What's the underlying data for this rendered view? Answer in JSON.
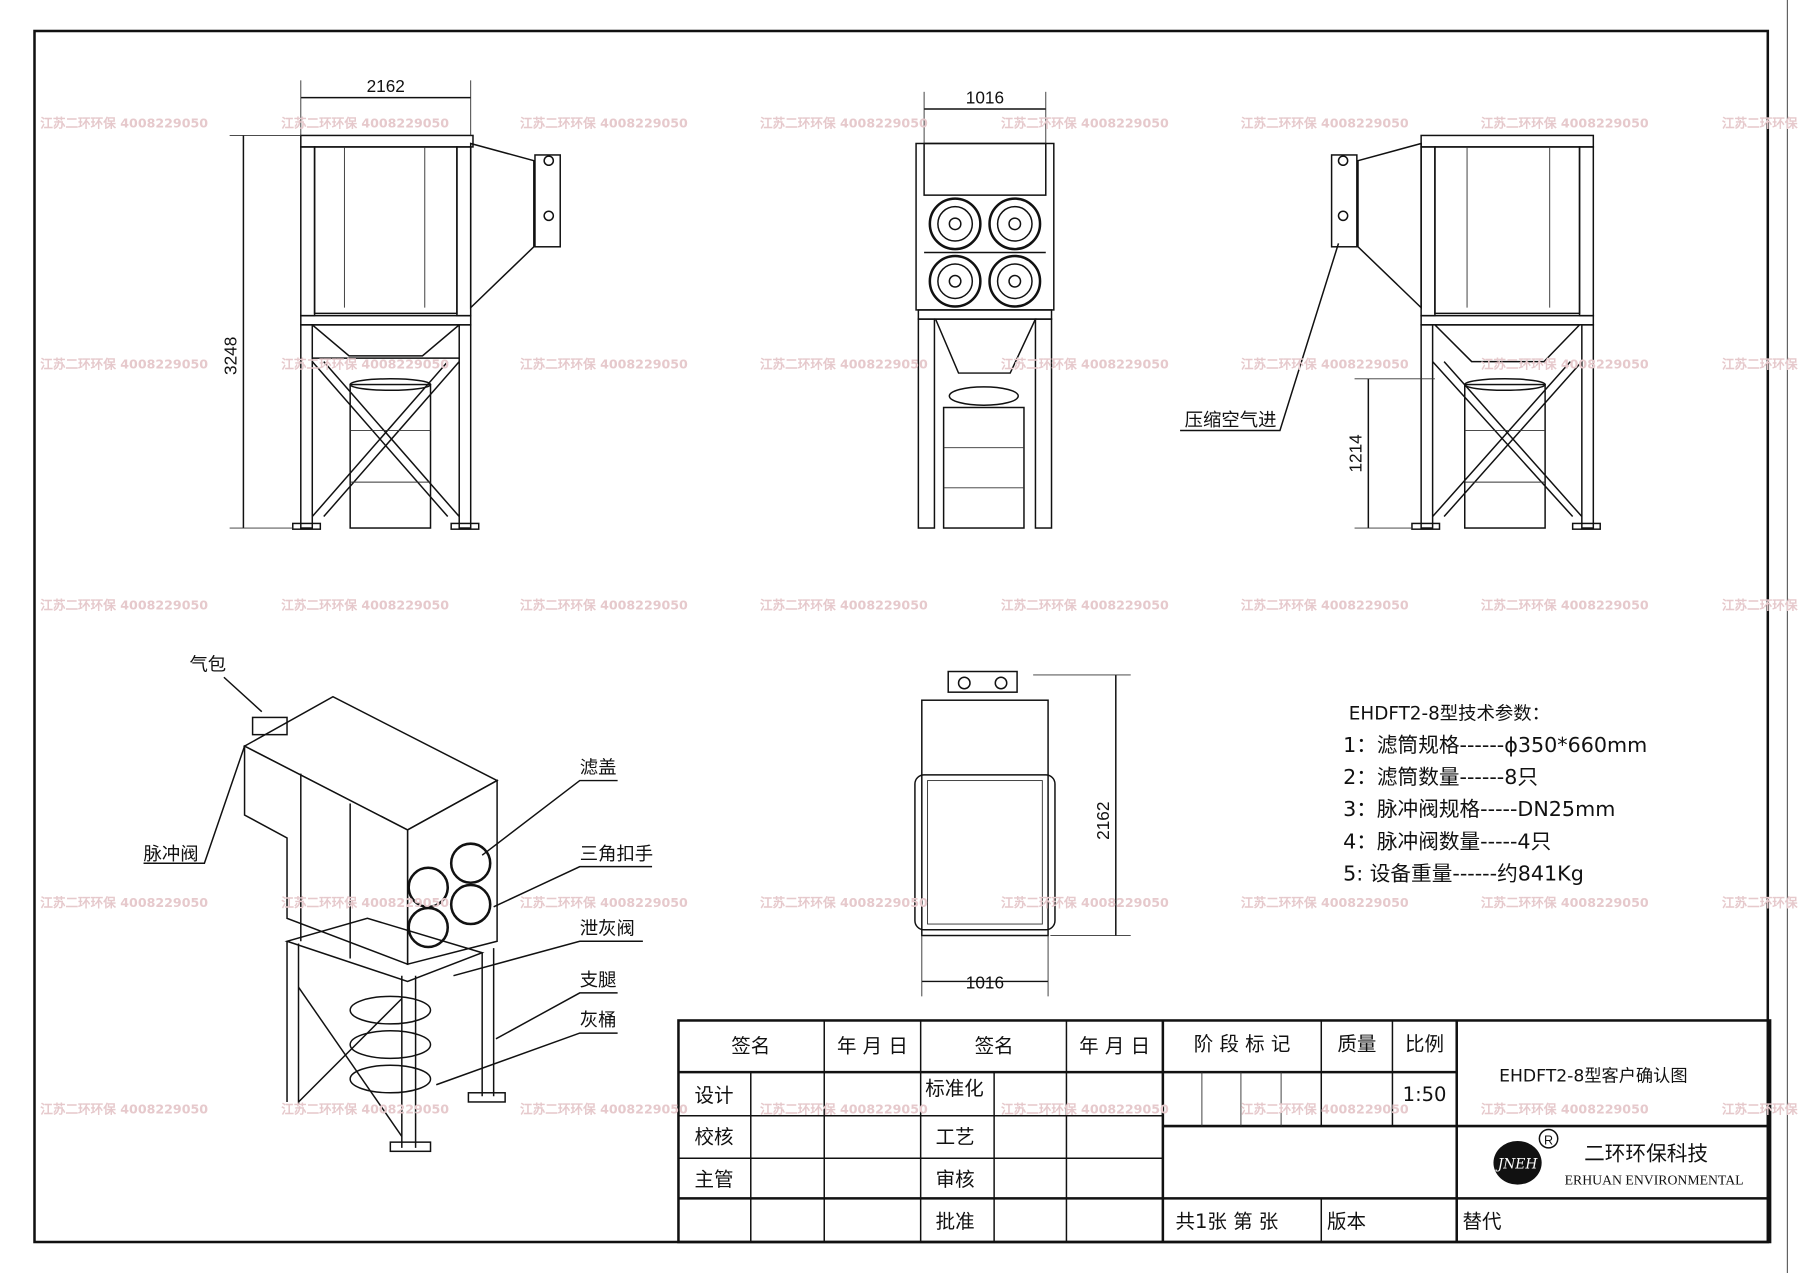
{
  "watermark": "江苏二环环保 4008229050",
  "dimensions": {
    "side_width": "2162",
    "side_height": "3248",
    "front_width": "1016",
    "right_height": "1214",
    "top_length": "2162",
    "top_width": "1016"
  },
  "labels": {
    "compressed_air_inlet": "压缩空气进",
    "air_bag": "气包",
    "pulse_valve": "脉冲阀",
    "filter_cover": "滤盖",
    "triangle_handle": "三角扣手",
    "discharge_valve": "泄灰阀",
    "support_leg": "支腿",
    "ash_bucket": "灰桶"
  },
  "specs": {
    "title": "EHDFT2-8型技术参数：",
    "items": [
      "1：滤筒规格------ϕ350*660mm",
      "2：滤筒数量------8只",
      "3：脉冲阀规格-----DN25mm",
      "4：脉冲阀数量-----4只",
      "5: 设备重量------约841Kg"
    ]
  },
  "title_block": {
    "sign1": "签名",
    "date1": "年 月 日",
    "sign2": "签名",
    "date2": "年 月 日",
    "stage": "阶 段 标 记",
    "mass": "质量",
    "scale_label": "比例",
    "scale": "1:50",
    "drawing_title": "EHDFT2-8型客户确认图",
    "design": "设计",
    "check": "校核",
    "supervisor": "主管",
    "standardize": "标准化",
    "process": "工艺",
    "review": "审核",
    "approve": "批准",
    "sheets": "共1张   第  张",
    "version": "版本",
    "replace": "替代",
    "company_cn": "二环环保科技",
    "company_en": "ERHUAN ENVIRONMENTAL",
    "logo_text": "JNEH",
    "registered": "R"
  }
}
